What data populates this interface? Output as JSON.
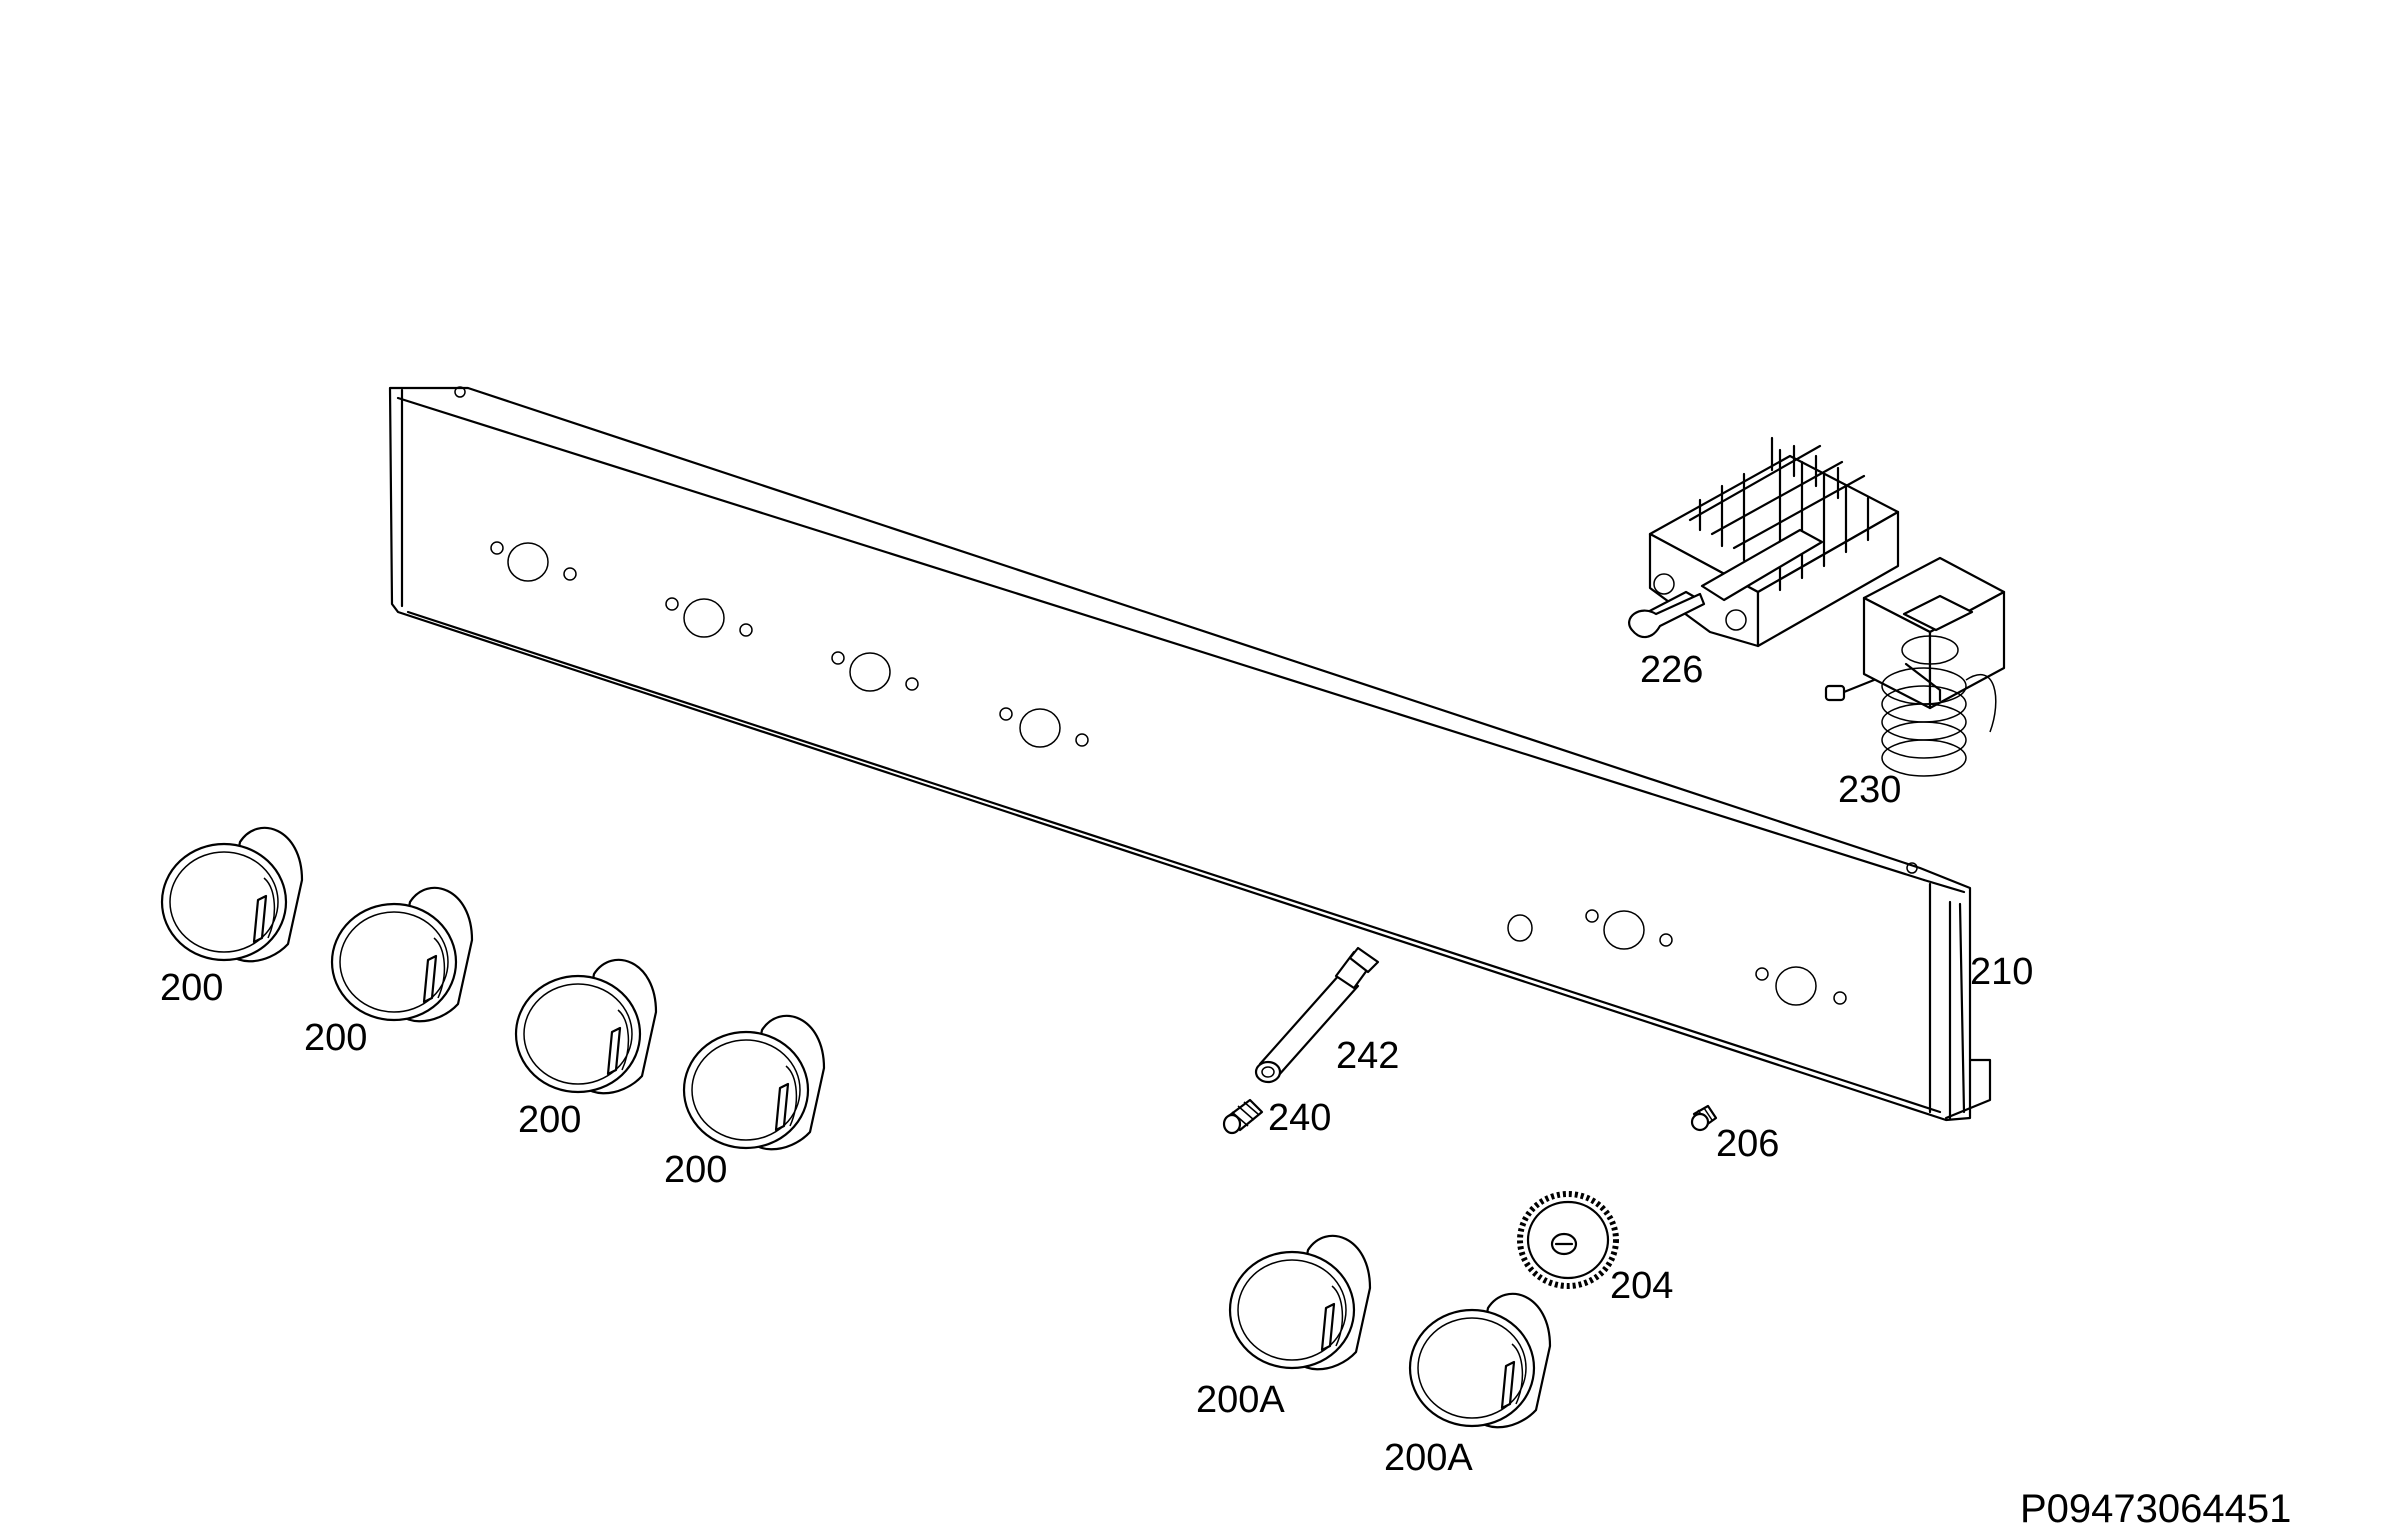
{
  "document_id": "P09473064451",
  "callouts": {
    "knob_1": "200",
    "knob_2": "200",
    "knob_3": "200",
    "knob_4": "200",
    "knob_5": "200A",
    "knob_6": "200A",
    "selector_switch": "226",
    "thermostat": "230",
    "control_panel": "210",
    "spark_pin": "242",
    "spring_240": "240",
    "spring_206": "206",
    "gear_disc": "204"
  }
}
